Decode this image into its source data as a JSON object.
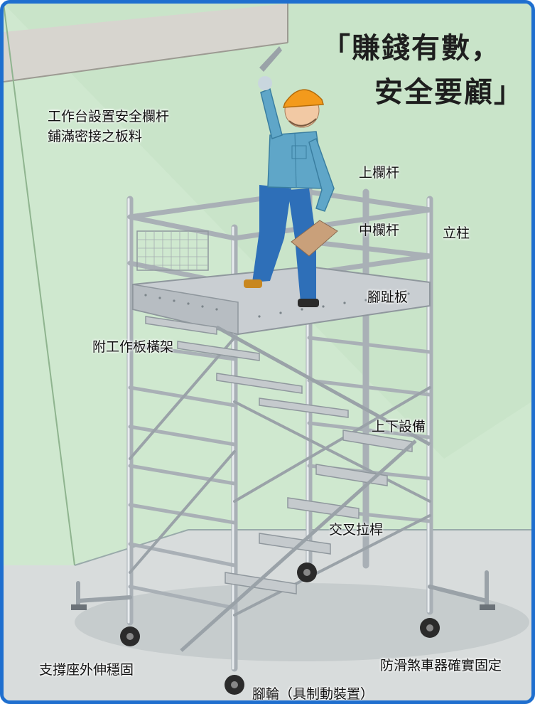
{
  "title": {
    "line1": "「賺錢有數，",
    "line2": "安全要顧」"
  },
  "labels": {
    "platform_note_line1": "工作台設置安全欄杆",
    "platform_note_line2": "鋪滿密接之板料",
    "top_rail": "上欄杆",
    "mid_rail": "中欄杆",
    "upright": "立柱",
    "toe_board": "腳趾板",
    "platform_frame": "附工作板橫架",
    "access_stairs": "上下設備",
    "cross_brace": "交叉拉桿",
    "outrigger": "支撐座外伸穩固",
    "brake_check": "防滑煞車器確實固定",
    "caster": "腳輪（具制動裝置）"
  },
  "colors": {
    "border": "#1f6fcf",
    "wall": "#cfe8cf",
    "floor": "#d8dcdc",
    "pipe": "#b9c0c6",
    "worker_shirt": "#5fa6c8",
    "worker_pants": "#2e6fb8",
    "helmet": "#f39a1c"
  }
}
